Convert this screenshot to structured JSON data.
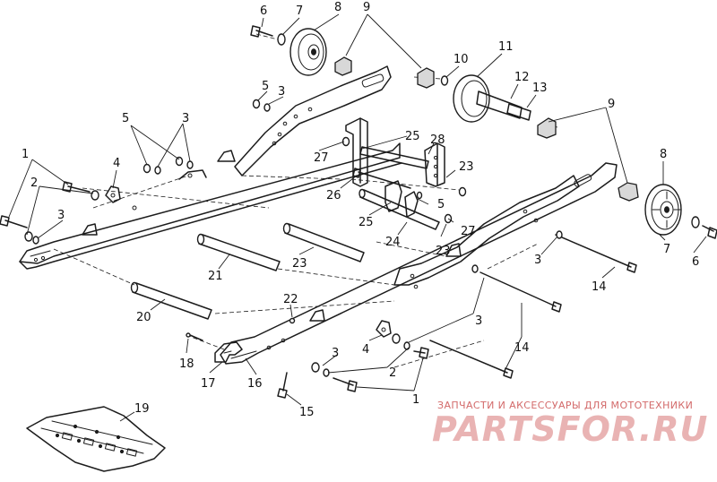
{
  "callouts": [
    "1",
    "2",
    "3",
    "4",
    "5",
    "6",
    "7",
    "8",
    "9",
    "10",
    "11",
    "12",
    "13",
    "14",
    "15",
    "16",
    "17",
    "18",
    "19",
    "20",
    "21",
    "22",
    "23",
    "24",
    "25",
    "26",
    "27",
    "28"
  ],
  "watermark": {
    "tagline": "ЗАПЧАСТИ И АКСЕССУАРЫ ДЛЯ МОТОТЕХНИКИ",
    "logo": "PARTSFOR.RU"
  },
  "colors": {
    "line": "#1c1c1c",
    "watermark": "#d36a6a"
  }
}
